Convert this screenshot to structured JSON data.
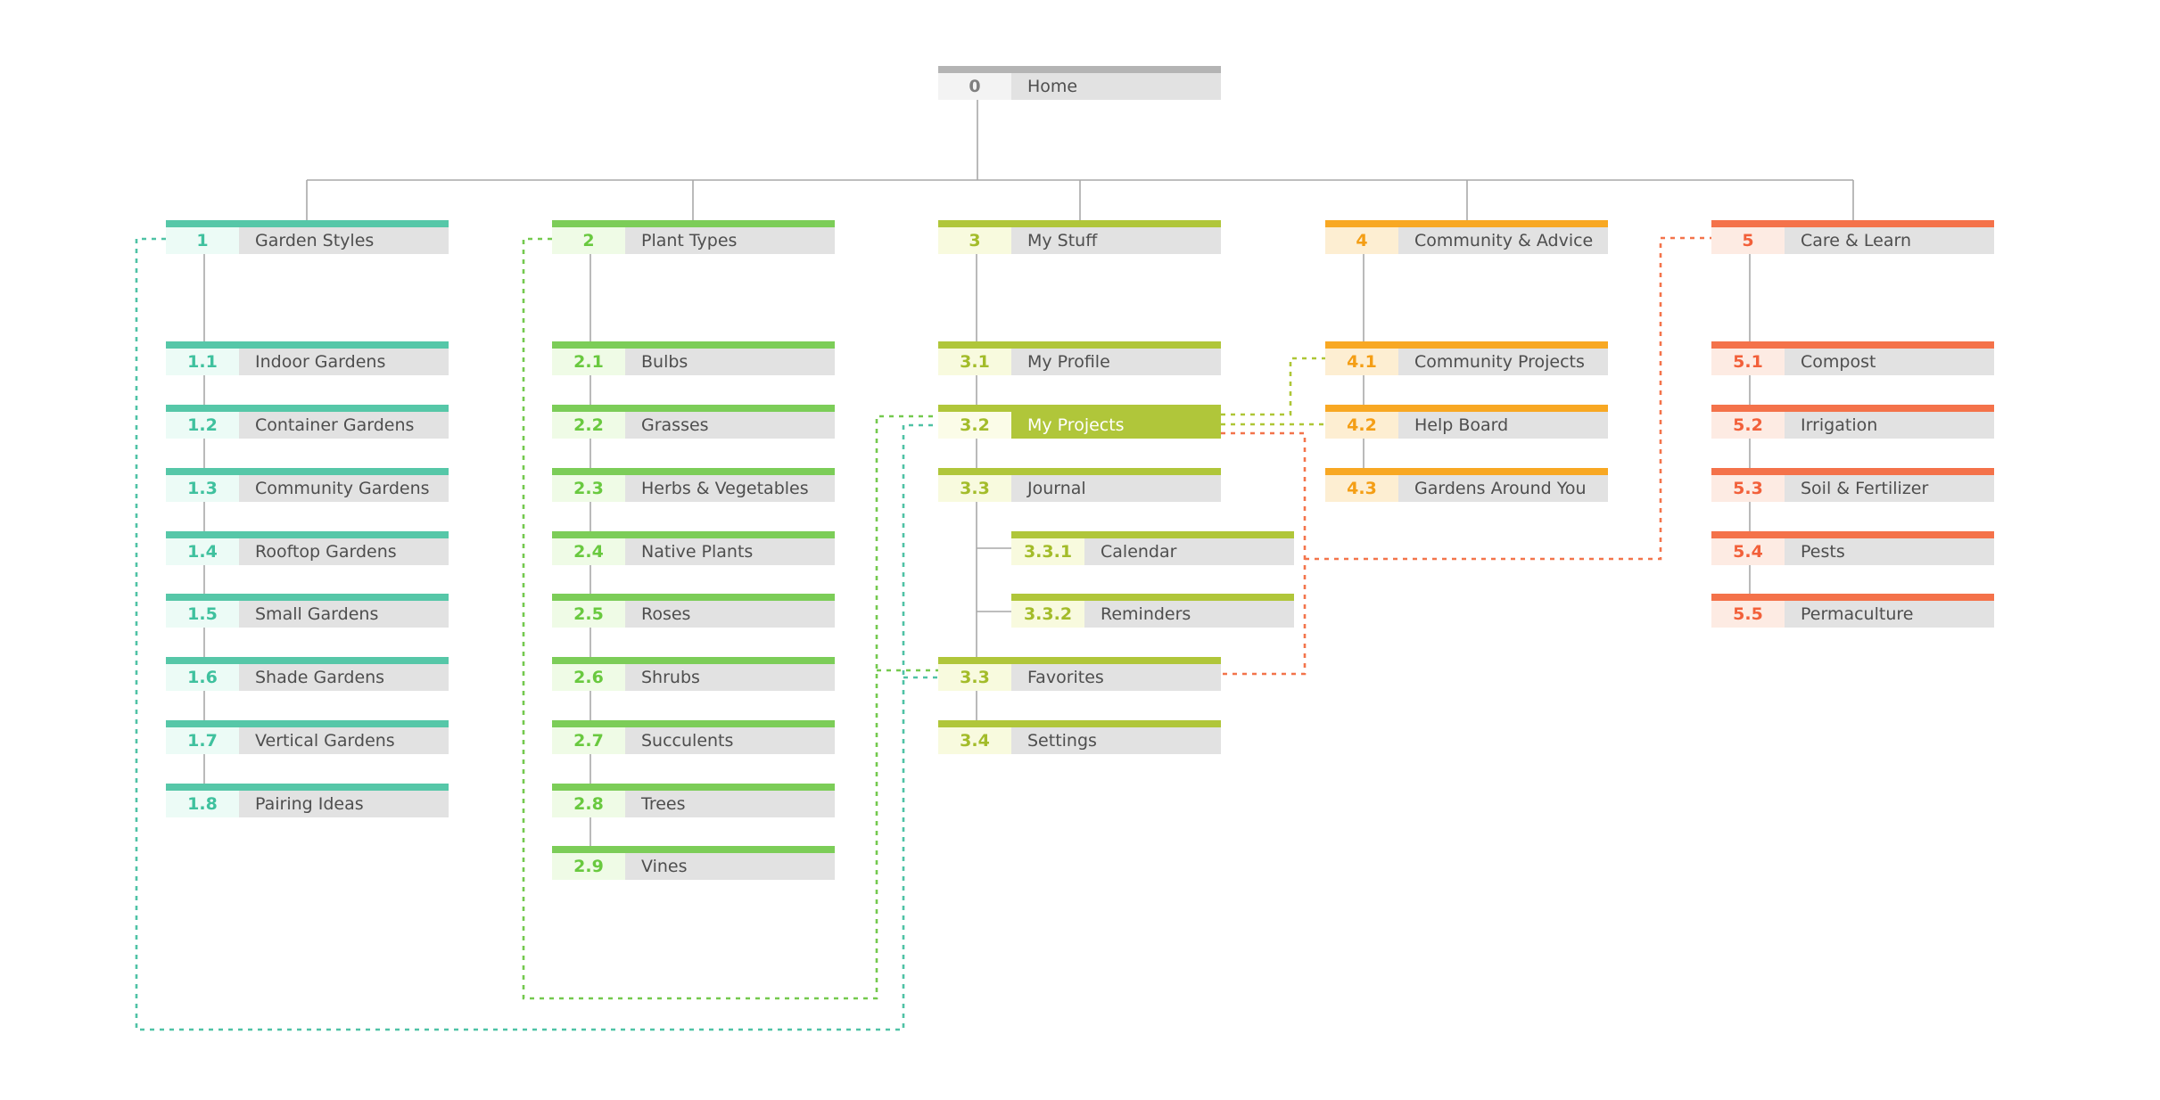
{
  "diagram": {
    "home": {
      "number": "0",
      "label": "Home"
    },
    "sections": [
      {
        "number": "1",
        "label": "Garden Styles",
        "bar_color": "#56c7a8",
        "number_color": "#3fc19e",
        "number_bg": "#ecfbf6",
        "children": [
          {
            "number": "1.1",
            "label": "Indoor Gardens"
          },
          {
            "number": "1.2",
            "label": "Container Gardens"
          },
          {
            "number": "1.3",
            "label": "Community Gardens"
          },
          {
            "number": "1.4",
            "label": "Rooftop Gardens"
          },
          {
            "number": "1.5",
            "label": "Small Gardens"
          },
          {
            "number": "1.6",
            "label": "Shade Gardens"
          },
          {
            "number": "1.7",
            "label": "Vertical Gardens"
          },
          {
            "number": "1.8",
            "label": "Pairing Ideas"
          }
        ]
      },
      {
        "number": "2",
        "label": "Plant Types",
        "bar_color": "#7ccd58",
        "number_color": "#69c93f",
        "number_bg": "#effbe6",
        "children": [
          {
            "number": "2.1",
            "label": "Bulbs"
          },
          {
            "number": "2.2",
            "label": "Grasses"
          },
          {
            "number": "2.3",
            "label": "Herbs & Vegetables"
          },
          {
            "number": "2.4",
            "label": "Native Plants"
          },
          {
            "number": "2.5",
            "label": "Roses"
          },
          {
            "number": "2.6",
            "label": "Shrubs"
          },
          {
            "number": "2.7",
            "label": "Succulents"
          },
          {
            "number": "2.8",
            "label": "Trees"
          },
          {
            "number": "2.9",
            "label": "Vines"
          }
        ]
      },
      {
        "number": "3",
        "label": "My Stuff",
        "bar_color": "#b0c63a",
        "number_color": "#a3bc2a",
        "number_bg": "#f8fade",
        "children": [
          {
            "number": "3.1",
            "label": "My Profile"
          },
          {
            "number": "3.2",
            "label": "My Projects",
            "highlighted": true
          },
          {
            "number": "3.3",
            "label": "Journal"
          },
          {
            "number": "3.3.1",
            "label": "Calendar",
            "indented": true
          },
          {
            "number": "3.3.2",
            "label": "Reminders",
            "indented": true
          },
          {
            "number": "3.3",
            "label": "Favorites"
          },
          {
            "number": "3.4",
            "label": "Settings"
          }
        ]
      },
      {
        "number": "4",
        "label": "Community & Advice",
        "bar_color": "#f8a823",
        "number_color": "#f49e15",
        "number_bg": "#fdeed2",
        "children": [
          {
            "number": "4.1",
            "label": "Community Projects"
          },
          {
            "number": "4.2",
            "label": "Help Board"
          },
          {
            "number": "4.3",
            "label": "Gardens Around You"
          }
        ]
      },
      {
        "number": "5",
        "label": "Care & Learn",
        "bar_color": "#f4724a",
        "number_color": "#f2603a",
        "number_bg": "#fdebe3",
        "children": [
          {
            "number": "5.1",
            "label": "Compost"
          },
          {
            "number": "5.2",
            "label": "Irrigation"
          },
          {
            "number": "5.3",
            "label": "Soil & Fertilizer"
          },
          {
            "number": "5.4",
            "label": "Pests"
          },
          {
            "number": "5.5",
            "label": "Permaculture"
          }
        ]
      }
    ],
    "links": [
      {
        "from": "1 Garden Styles",
        "to": [
          "3.2 My Projects",
          "3.3 Favorites"
        ],
        "color": "teal"
      },
      {
        "from": "2 Plant Types",
        "to": [
          "3.2 My Projects",
          "3.3 Favorites"
        ],
        "color": "green"
      },
      {
        "from": "3.2 My Projects",
        "to": [
          "4.1 Community Projects",
          "4.2 Help Board"
        ],
        "color": "olive"
      },
      {
        "from": "3.2 My Projects",
        "to": [
          "5 Care & Learn",
          "3.3 Favorites"
        ],
        "color": "orange"
      }
    ]
  },
  "colors": {
    "canvas_bg": "#ffffff",
    "label_bg": "#e2e2e2",
    "label_text": "#4e4e4e",
    "connector": "#a9a9a9",
    "home_bar": "#b4b4b4",
    "home_number_bg": "#f3f3f3",
    "home_number": "#7f7f7f",
    "highlight_label_text": "#ffffff",
    "highlight_number_bg": "#fbfce8",
    "link_teal": "#4fc2a5",
    "link_green": "#74c94e",
    "link_olive": "#aec636",
    "link_orange": "#f3744b"
  }
}
